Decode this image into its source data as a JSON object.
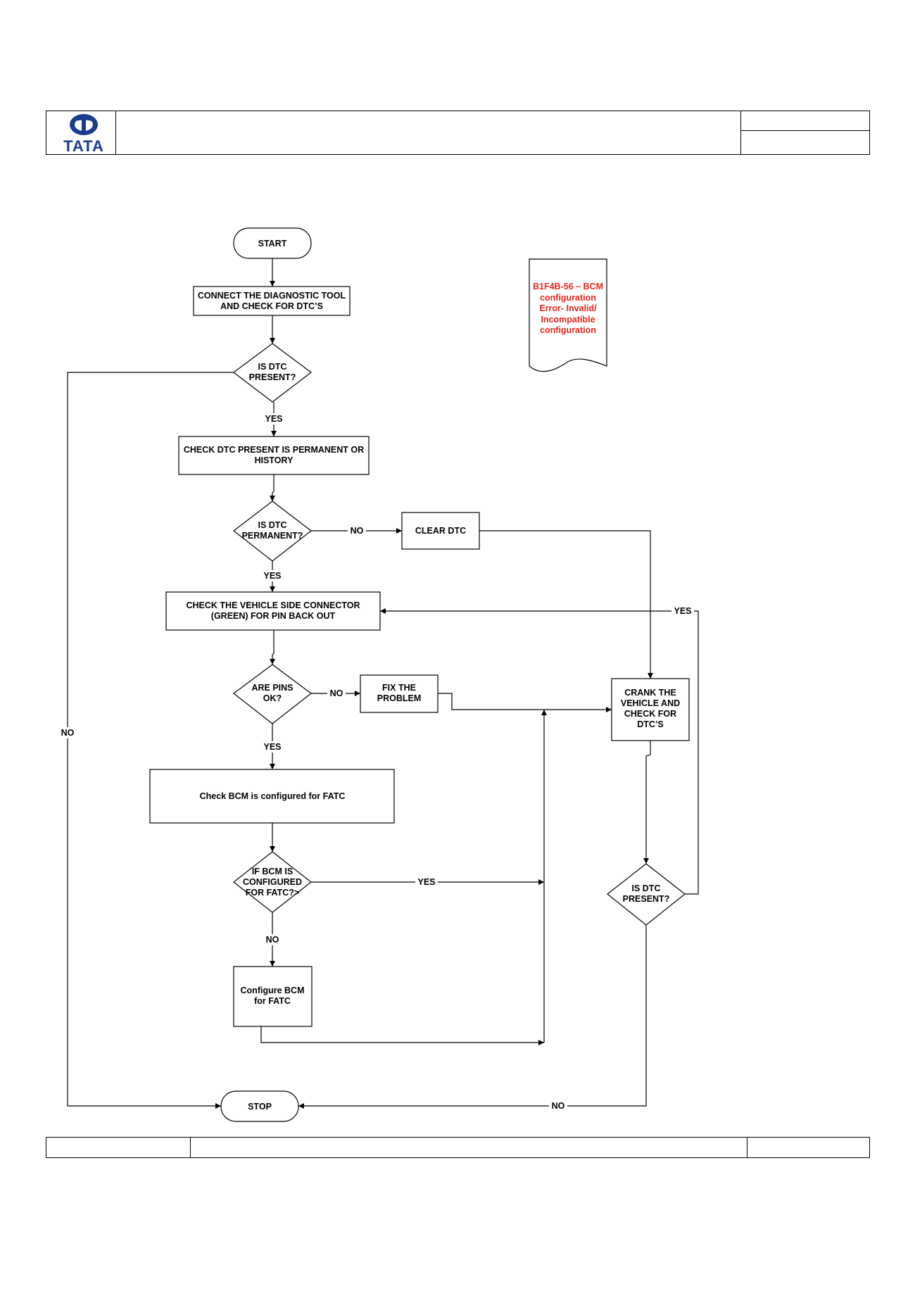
{
  "brand": {
    "name": "TATA",
    "color": "#1a3c8c"
  },
  "note": {
    "lines": [
      "B1F4B-56 – BCM",
      "configuration",
      "Error- Invalid/",
      "Incompatible",
      "configuration"
    ],
    "color": "#e8261c"
  },
  "nodes": {
    "start": [
      "START"
    ],
    "connect_tool": [
      "CONNECT THE DIAGNOSTIC TOOL",
      "AND CHECK FOR  DTC’S"
    ],
    "is_dtc_present_1": [
      "IS  DTC",
      "PRESENT?"
    ],
    "check_perm_history": [
      "CHECK DTC  PRESENT IS PERMANENT OR",
      "HISTORY"
    ],
    "is_dtc_permanent": [
      "IS  DTC",
      "PERMANENT?"
    ],
    "clear_dtc": [
      "CLEAR DTC"
    ],
    "check_connector": [
      "CHECK THE VEHICLE  SIDE CONNECTOR",
      "(GREEN) FOR PIN BACK OUT"
    ],
    "are_pins_ok": [
      "ARE PINS",
      "OK?"
    ],
    "fix_problem": [
      "FIX THE",
      "PROBLEM"
    ],
    "crank_vehicle": [
      "CRANK THE",
      "VEHICLE AND",
      "CHECK FOR",
      "DTC’S"
    ],
    "check_bcm": [
      "Check BCM is configured for FATC"
    ],
    "if_bcm_configured": [
      "IF BCM IS",
      "CONFIGURED",
      "FOR FATC?>"
    ],
    "is_dtc_present_2": [
      "IS  DTC",
      "PRESENT?"
    ],
    "configure_bcm": [
      "Configure BCM",
      "for FATC"
    ],
    "stop": [
      "STOP"
    ]
  },
  "edge_labels": {
    "yes_present": "YES",
    "no_present_left": "NO",
    "no_permanent": "NO",
    "yes_permanent": "YES",
    "no_pins": "NO",
    "yes_pins": "YES",
    "yes_bcm": "YES",
    "no_bcm": "NO",
    "yes_loop": "YES",
    "no_stop": "NO"
  }
}
